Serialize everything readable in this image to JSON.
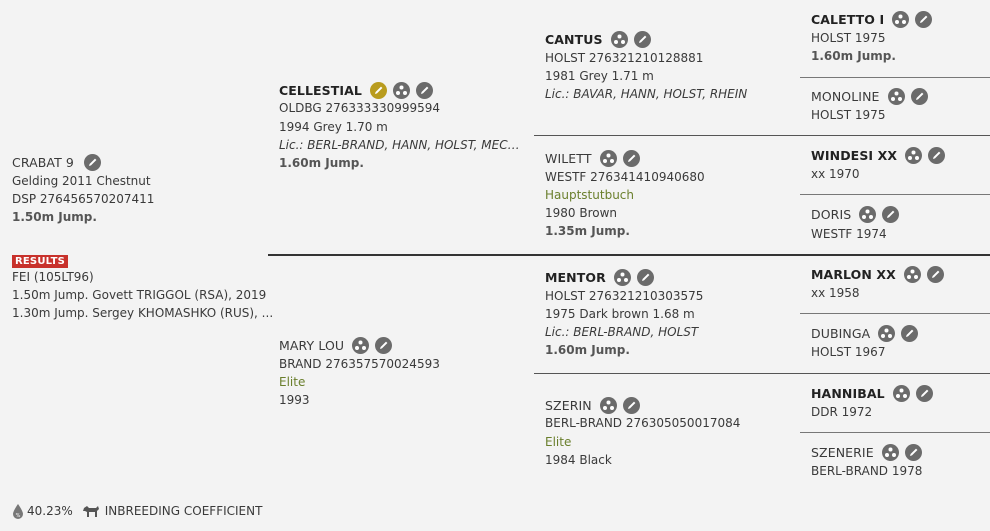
{
  "subject": {
    "name": "CRABAT 9",
    "info": "Gelding 2011 Chestnut",
    "reg": "DSP 276456570207411",
    "jump": "1.50m Jump.",
    "results_label": "RESULTS",
    "fei": "FEI (105LT96)",
    "result_1": "1.50m Jump. Govett TRIGGOL (RSA), 2019",
    "result_2": "1.30m Jump. Sergey KHOMASHKO (RUS), ..."
  },
  "sire": {
    "name": "CELLESTIAL",
    "reg": "OLDBG 276333330999594",
    "info": "1994 Grey 1.70 m",
    "lic": "Lic.: BERL-BRAND, HANN, HOLST, MECKL, OL...",
    "jump": "1.60m Jump."
  },
  "dam": {
    "name": "MARY LOU",
    "reg": "BRAND 276357570024593",
    "status": "Elite",
    "year": "1993"
  },
  "gen2": {
    "cantus": {
      "name": "CANTUS",
      "reg": "HOLST 276321210128881",
      "info": "1981 Grey 1.71 m",
      "lic": "Lic.: BAVAR, HANN, HOLST, RHEIN"
    },
    "wilett": {
      "name": "WILETT",
      "reg": "WESTF 276341410940680",
      "status": "Hauptstutbuch",
      "info": "1980 Brown",
      "jump": "1.35m Jump."
    },
    "mentor": {
      "name": "MENTOR",
      "reg": "HOLST 276321210303575",
      "info": "1975 Dark brown 1.68 m",
      "lic": "Lic.: BERL-BRAND, HOLST",
      "jump": "1.60m Jump."
    },
    "szerin": {
      "name": "SZERIN",
      "reg": "BERL-BRAND 276305050017084",
      "status": "Elite",
      "info": "1984 Black"
    }
  },
  "gen3": [
    {
      "name": "CALETTO I",
      "sub": "HOLST 1975",
      "jump": "1.60m Jump."
    },
    {
      "name": "MONOLINE",
      "sub": "HOLST 1975"
    },
    {
      "name": "WINDESI XX",
      "sub": "xx 1970"
    },
    {
      "name": "DORIS",
      "sub": "WESTF 1974"
    },
    {
      "name": "MARLON XX",
      "sub": "xx 1958"
    },
    {
      "name": "DUBINGA",
      "sub": "HOLST 1967"
    },
    {
      "name": "HANNIBAL",
      "sub": "DDR 1972"
    },
    {
      "name": "SZENERIE",
      "sub": "BERL-BRAND 1978"
    }
  ],
  "footer": {
    "percent": "40.23%",
    "label": "INBREEDING COEFFICIENT"
  },
  "colors": {
    "accent_red": "#c8312b",
    "elite_green": "#6a7f2c",
    "icon_gray": "#6b6b6b",
    "gold": "#b99c1e"
  }
}
